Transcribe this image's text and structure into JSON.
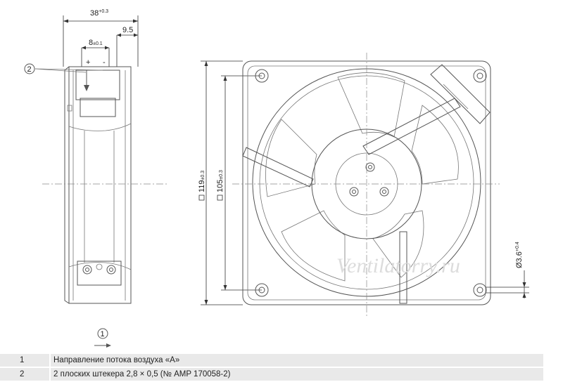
{
  "dimensions": {
    "depth": "38",
    "depth_tol": "+0.3",
    "terminal_width": "8",
    "terminal_tol": "±0.1",
    "offset": "9.5",
    "outer": "119",
    "outer_tol": "±0.3",
    "hole_spacing": "105",
    "hole_spacing_tol": "±0.3",
    "hole_dia": "Ø3.6",
    "hole_dia_tol": "+0.4"
  },
  "callouts": {
    "c1": "1",
    "c2": "2"
  },
  "terminal_marks": {
    "plus": "+",
    "minus": "-"
  },
  "watermark": "Ventilatorry.ru",
  "legend": [
    {
      "num": "1",
      "text": "Направление потока воздуха «A»"
    },
    {
      "num": "2",
      "text": "2 плоских штекера 2,8 × 0,5 (№ AMP 170058-2)"
    }
  ]
}
